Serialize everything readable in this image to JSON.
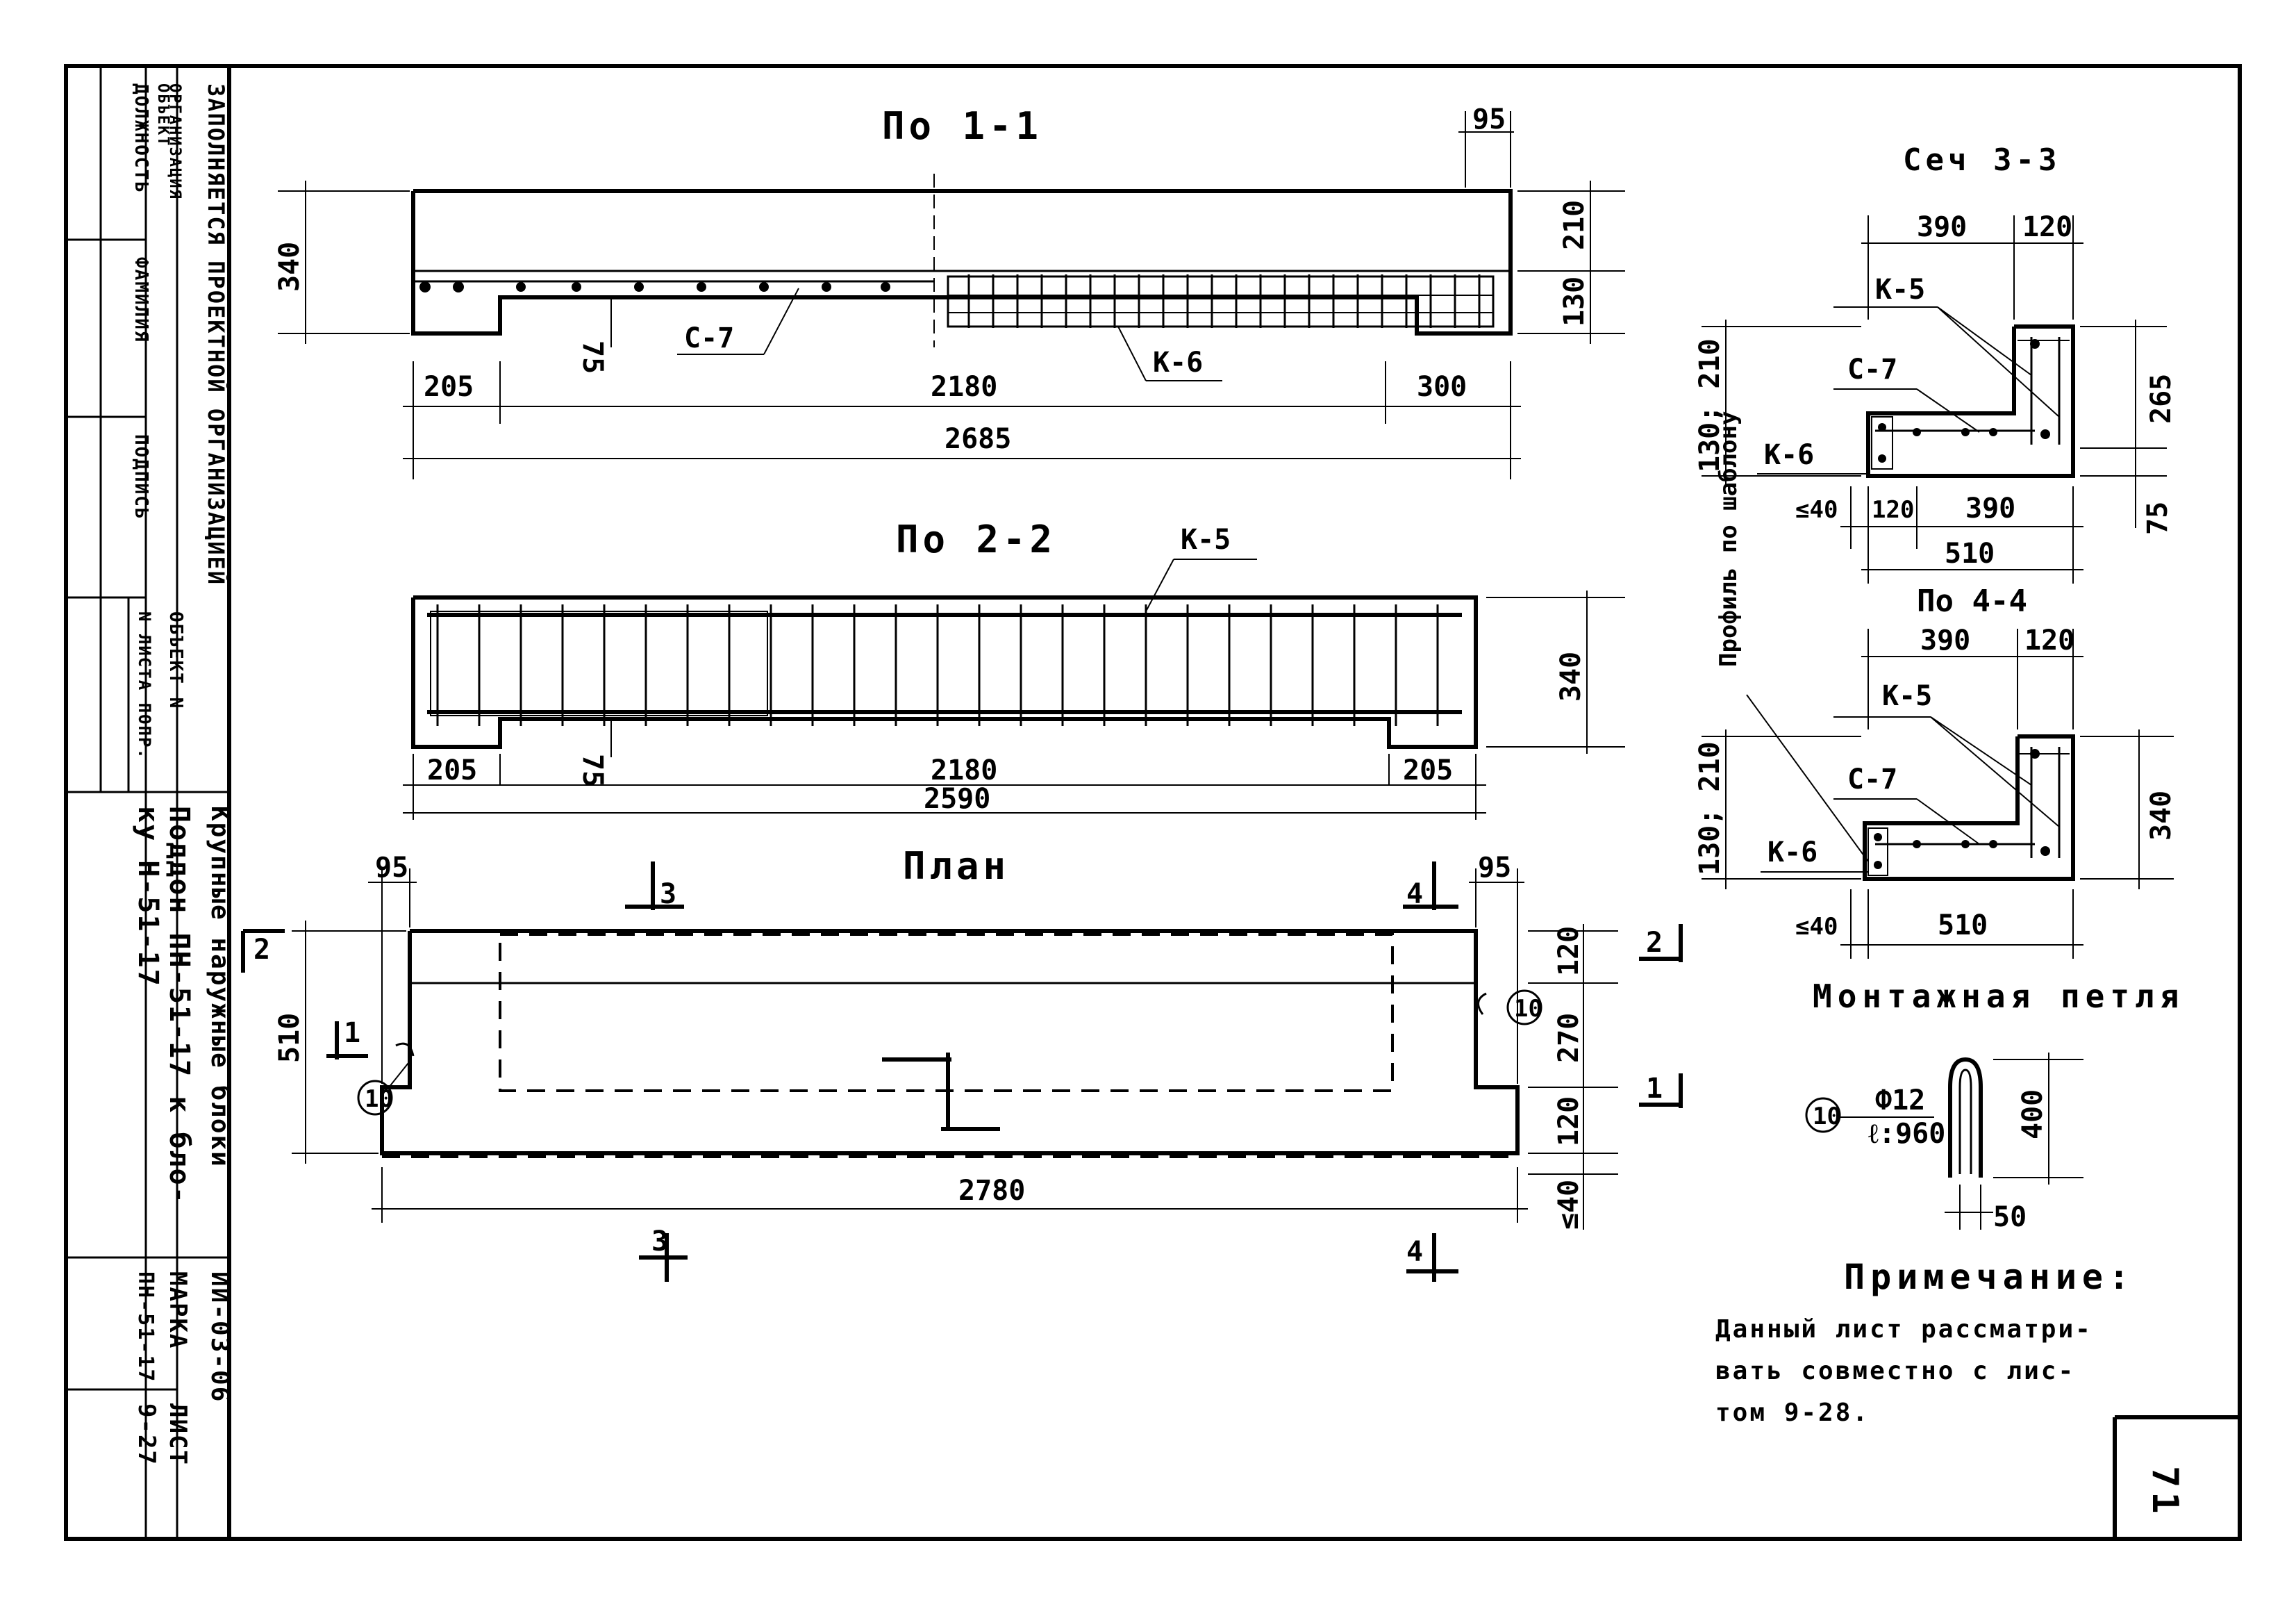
{
  "titleblock": {
    "filled_by": "ЗАПОЛНЯЕТСЯ ПРОЕКТНОЙ ОРГАНИЗАЦИЕЙ",
    "organization": "ОРГАНИЗАЦИЯ",
    "object": "ОБЪЕКТ",
    "position": "ДОЛЖНОСТЬ",
    "surname": "ФАМИЛИЯ",
    "signature": "ПОДПИСЬ",
    "object_no": "ОБЪЕКТ N",
    "sheet_no": "N ЛИСТА ПОПР.",
    "series": "Крупные наружные блоки",
    "code": "ИИ-03-06",
    "title_line1": "Поддон ПН-51-17 к бло-",
    "title_line2": "ку Н-51-17",
    "mark_label": "МАРКА",
    "mark_value": "ПН-51-17",
    "sheet_label": "ЛИСТ",
    "sheet_value": "9-27"
  },
  "section_1_1": {
    "title": "По 1-1",
    "dims": {
      "top_right": "95",
      "height": "340",
      "h_top": "210",
      "h_bottom": "130",
      "left": "205",
      "mid": "2180",
      "right": "300",
      "total": "2685",
      "step": "75"
    },
    "labels": {
      "c7": "С-7",
      "k6": "К-6"
    }
  },
  "section_2_2": {
    "title": "По 2-2",
    "dims": {
      "height": "340",
      "left": "205",
      "mid": "2180",
      "right": "205",
      "total": "2590",
      "step": "75"
    },
    "labels": {
      "k5": "К-5"
    }
  },
  "plan": {
    "title": "План",
    "dims": {
      "left_top": "95",
      "right_top": "95",
      "width": "510",
      "d120a": "120",
      "d270": "270",
      "d120b": "120",
      "d40": "≤40",
      "total": "2780"
    },
    "marks": {
      "s3": "3",
      "s4": "4",
      "s1": "1",
      "s2": "2",
      "loop": "10"
    }
  },
  "section_3_3": {
    "title": "Сеч 3-3",
    "dims": {
      "top_a": "390",
      "top_b": "120",
      "left": "130; 210",
      "right": "265",
      "right_b": "75",
      "b_a": "≤40",
      "b_b": "120",
      "b_c": "390",
      "total": "510"
    },
    "labels": {
      "k5": "К-5",
      "c7": "С-7",
      "k6": "К-6"
    }
  },
  "section_4_4": {
    "title": "По 4-4",
    "dims": {
      "top_a": "390",
      "top_b": "120",
      "left": "130; 210",
      "right": "340",
      "b_a": "≤40",
      "total": "510"
    },
    "labels": {
      "k5": "К-5",
      "c7": "С-7",
      "k6": "К-6"
    },
    "profile": "Профиль по шаблону"
  },
  "loop": {
    "title": "Монтажная петля",
    "mark": "10",
    "dia": "Ф12",
    "length": "ℓ:960",
    "height": "400",
    "width": "50"
  },
  "note": {
    "title": "Примечание:",
    "line1": "Данный лист рассматри-",
    "line2": "вать совместно с лис-",
    "line3": "том 9-28."
  },
  "page_number": "71"
}
